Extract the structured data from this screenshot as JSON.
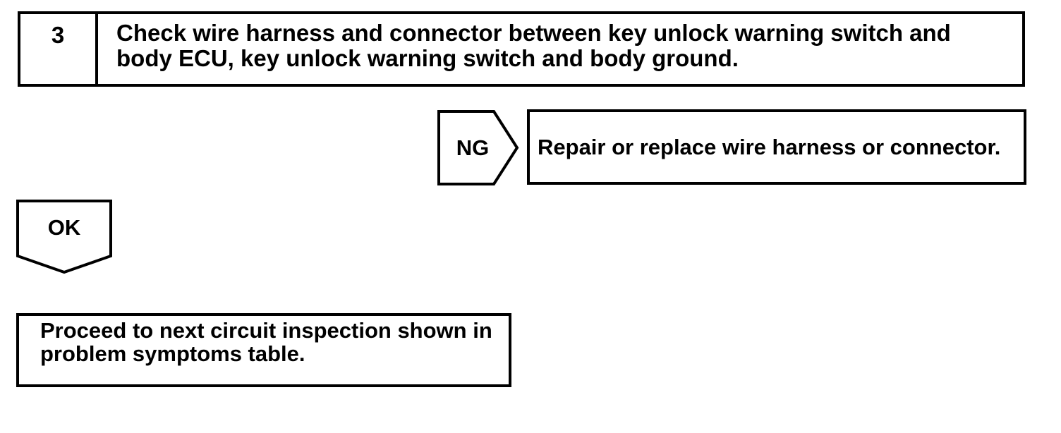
{
  "colors": {
    "line": "#000000",
    "background": "#ffffff",
    "text": "#000000"
  },
  "step_box": {
    "number": "3",
    "instruction_lines": [
      "Check wire harness and connector between key unlock warning switch and",
      "body ECU, key unlock warning switch and body ground."
    ]
  },
  "ng_branch": {
    "label": "NG",
    "result": "Repair or replace wire harness or connector."
  },
  "ok_branch": {
    "label": "OK",
    "result_lines": [
      "Proceed to next circuit inspection shown in",
      "problem symptoms table."
    ]
  }
}
